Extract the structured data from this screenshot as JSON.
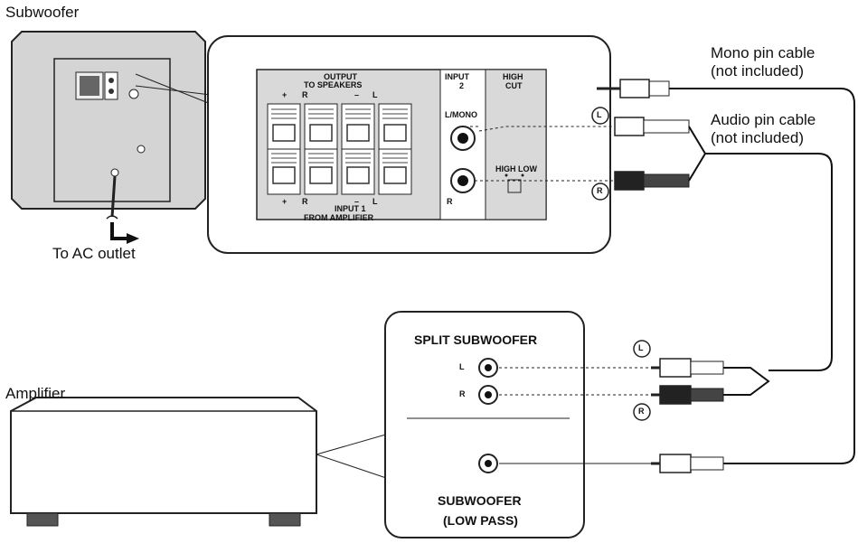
{
  "labels": {
    "subwoofer": "Subwoofer",
    "to_ac_outlet": "To AC outlet",
    "amplifier": "Amplifier",
    "mono_cable_1": "Mono pin cable",
    "mono_cable_2": "(not included)",
    "audio_cable_1": "Audio pin cable",
    "audio_cable_2": "(not included)"
  },
  "sub_panel": {
    "output_1": "OUTPUT",
    "output_2": "TO SPEAKERS",
    "input1_1": "INPUT 1",
    "input1_2": "FROM AMPLIFIER",
    "input2_1": "INPUT",
    "input2_2": "2",
    "highcut_1": "HIGH",
    "highcut_2": "CUT",
    "high_low": "HIGH LOW",
    "l_mono": "L/MONO",
    "r": "R",
    "plus": "+",
    "minus": "–",
    "l": "L"
  },
  "amp_panel": {
    "split_subwoofer": "SPLIT SUBWOOFER",
    "l": "L",
    "r": "R",
    "subwoofer": "SUBWOOFER",
    "low_pass": "(LOW PASS)"
  },
  "cable_markers": {
    "l": "L",
    "r": "R"
  }
}
